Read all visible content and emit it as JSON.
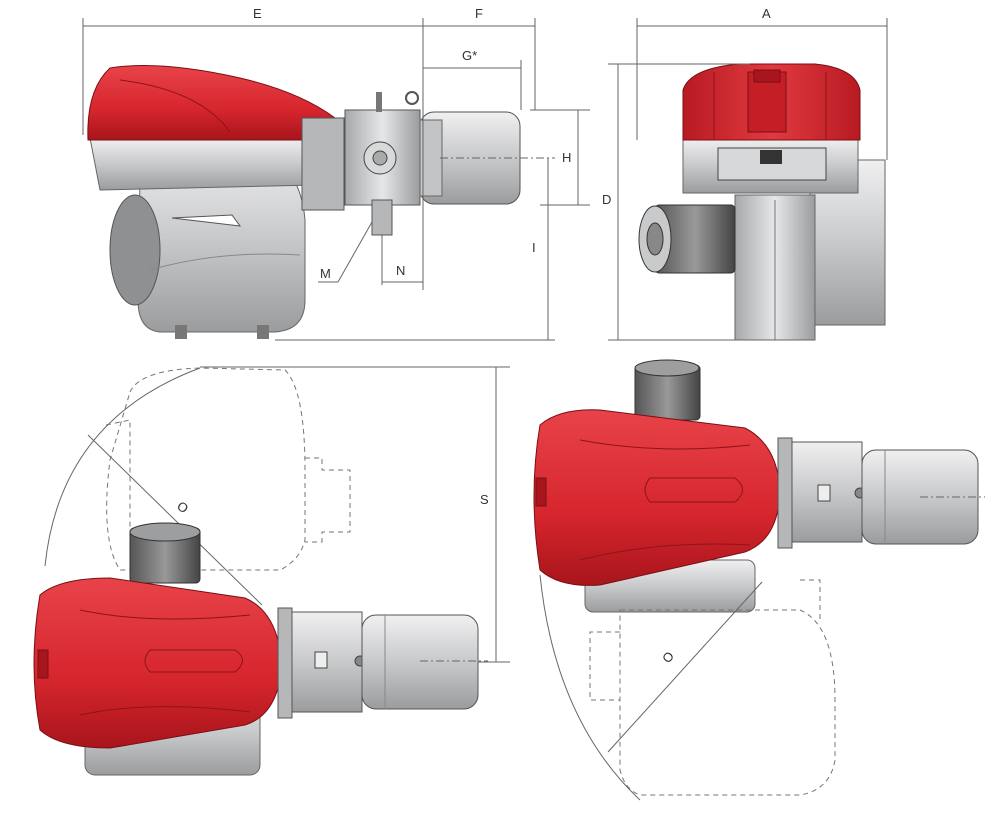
{
  "labels": {
    "E": "E",
    "F": "F",
    "G": "G*",
    "A": "A",
    "H": "H",
    "D": "D",
    "I": "I",
    "M": "M",
    "N": "N",
    "S": "S",
    "O1": "O",
    "O2": "O"
  },
  "colors": {
    "cover_red": "#d6252d",
    "cover_red_dark": "#a8151c",
    "body_grey": "#c8c9cb",
    "body_grey_light": "#e2e3e4",
    "body_grey_dark": "#8f9193",
    "line": "#555555"
  }
}
